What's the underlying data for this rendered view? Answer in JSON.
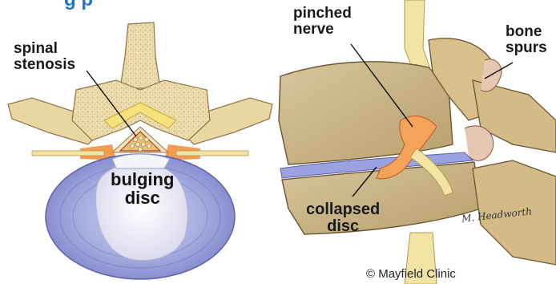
{
  "title_fragment": "g       p",
  "labels": {
    "spinal_stenosis_1": "spinal",
    "spinal_stenosis_2": "stenosis",
    "bulging_disc_1": "bulging",
    "bulging_disc_2": "disc",
    "pinched_nerve_1": "pinched",
    "pinched_nerve_2": "nerve",
    "bone_spurs_1": "bone",
    "bone_spurs_2": "spurs",
    "collapsed_disc_1": "collapsed",
    "collapsed_disc_2": "disc"
  },
  "copyright": "© Mayfield Clinic",
  "signature": "M. Headworth",
  "colors": {
    "bone": "#ecdcab",
    "bone_dark": "#c9b27a",
    "disc_outer": "#9aa2df",
    "disc_inner": "#ece9f5",
    "nerve": "#f2e4a4",
    "inflamed": "#f07a1a",
    "title_blue": "#1e73c8"
  }
}
